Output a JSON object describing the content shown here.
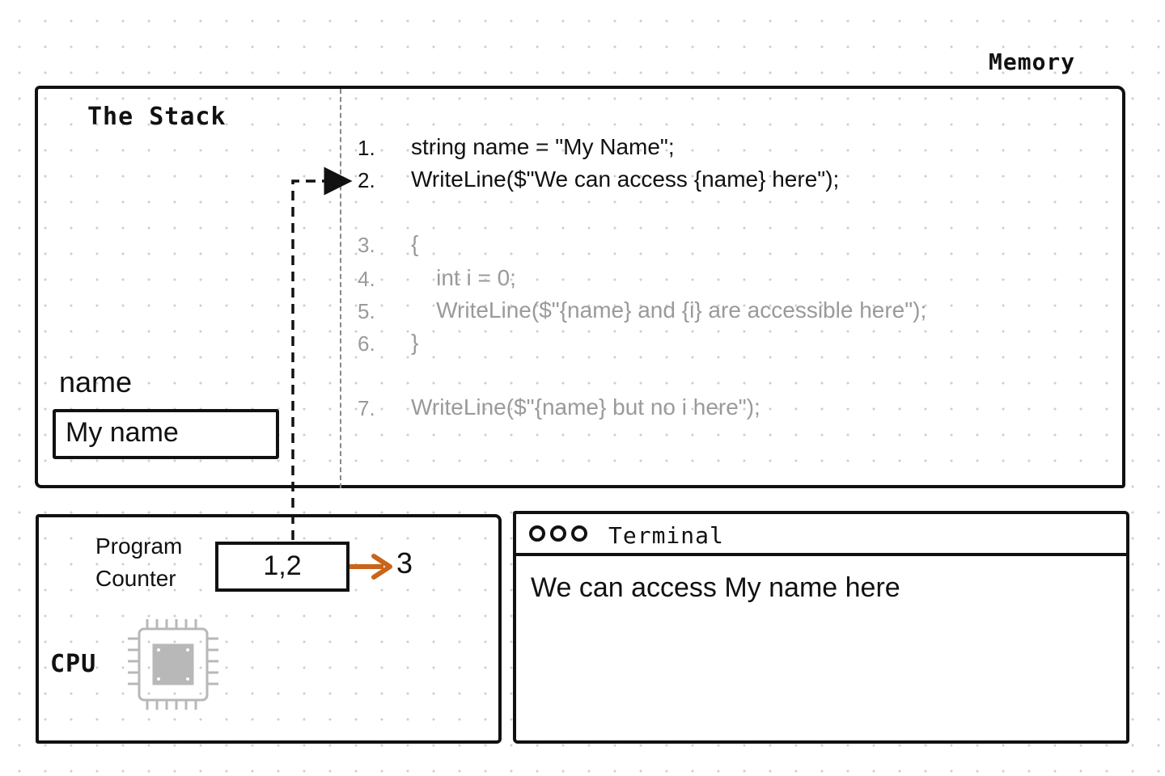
{
  "memory": {
    "label": "Memory",
    "stack_title": "The Stack",
    "code_lines": [
      {
        "num": "1.",
        "code": "string name = \"My Name\";",
        "state": "active"
      },
      {
        "num": "2.",
        "code": "WriteLine($\"We can access {name} here\");",
        "state": "active"
      },
      {
        "num": "3.",
        "code": "{",
        "state": "faded"
      },
      {
        "num": "4.",
        "code": "    int i = 0;",
        "state": "faded"
      },
      {
        "num": "5.",
        "code": "    WriteLine($\"{name} and {i} are accessible here\");",
        "state": "faded"
      },
      {
        "num": "6.",
        "code": "}",
        "state": "faded"
      },
      {
        "num": "7.",
        "code": "WriteLine($\"{name} but no i here\");",
        "state": "faded"
      }
    ],
    "variable": {
      "name": "name",
      "value": "My name"
    }
  },
  "cpu": {
    "program_counter_label": [
      "Program",
      "Counter"
    ],
    "program_counter_value": "1,2",
    "next_value": "3",
    "label": "CPU"
  },
  "terminal": {
    "title": "Terminal",
    "output": "We can access My name here"
  },
  "colors": {
    "ink": "#111111",
    "faded": "#9a9a9a",
    "arrow": "#c8651b",
    "chip": "#b8b8b8"
  }
}
